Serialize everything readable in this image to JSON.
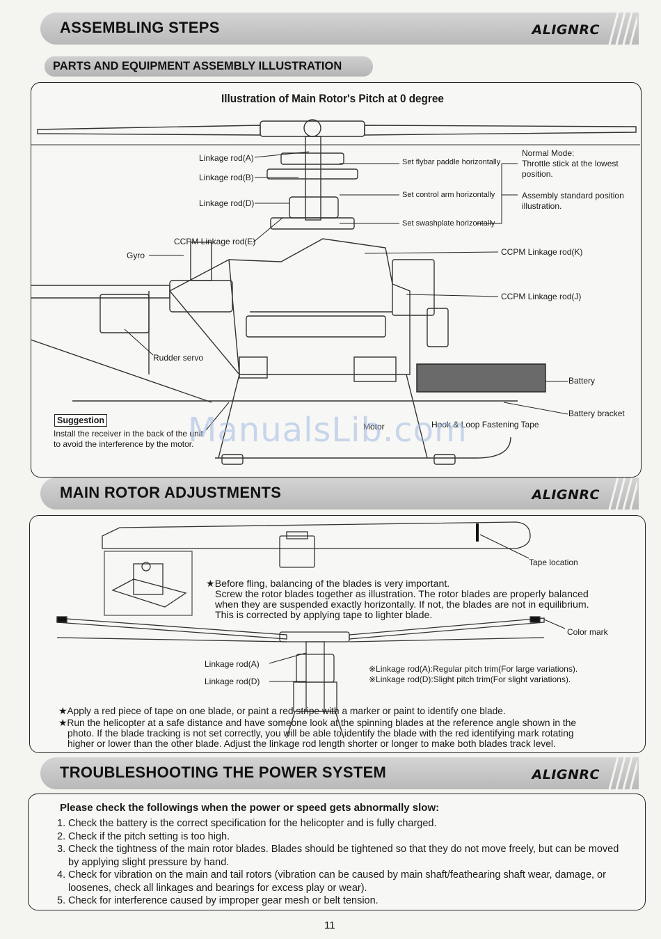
{
  "brand": "ALIGNRC",
  "sections": {
    "assembling": "ASSEMBLING STEPS",
    "parts_subheading": "PARTS AND EQUIPMENT ASSEMBLY ILLUSTRATION",
    "main_rotor": "MAIN ROTOR ADJUSTMENTS",
    "troubleshooting": "TROUBLESHOOTING THE POWER SYSTEM"
  },
  "illustration": {
    "title": "Illustration of Main Rotor's Pitch at 0 degree",
    "labels": {
      "linkage_a": "Linkage rod(A)",
      "linkage_b": "Linkage rod(B)",
      "linkage_d": "Linkage rod(D)",
      "ccpm_e": "CCPM Linkage rod(E)",
      "gyro": "Gyro",
      "rudder_servo": "Rudder servo",
      "flybar": "Set flybar paddle horizontally",
      "control_arm": "Set control arm horizontally",
      "swashplate": "Set swashplate horizontally",
      "normal_mode_1": "Normal Mode:",
      "normal_mode_2": "Throttle stick at the lowest",
      "normal_mode_3": "position.",
      "assembly_std_1": "Assembly standard position",
      "assembly_std_2": "illustration.",
      "ccpm_k": "CCPM Linkage rod(K)",
      "ccpm_j": "CCPM Linkage rod(J)",
      "battery": "Battery",
      "battery_bracket": "Battery bracket",
      "hook_loop": "Hook & Loop Fastening Tape",
      "motor": "Motor"
    },
    "suggestion_title": "Suggestion",
    "suggestion_line1": "Install the receiver in the back of the unit",
    "suggestion_line2": "to avoid the interference by the motor.",
    "watermark": "ManualsLib.com"
  },
  "rotor": {
    "tape_location": "Tape location",
    "color_mark": "Color mark",
    "linkage_a": "Linkage rod(A)",
    "linkage_d": "Linkage rod(D)",
    "note_a": "※Linkage rod(A):Regular pitch trim(For large variations).",
    "note_d": "※Linkage rod(D):Slight pitch trim(For slight variations).",
    "balance_1": "★Before fling, balancing of the blades is very important.",
    "balance_2": "Screw the rotor blades together as illustration. The rotor blades are properly balanced",
    "balance_3": "when they are suspended exactly horizontally. If not, the blades are not in equilibrium.",
    "balance_4": "This is corrected by applying tape to lighter blade.",
    "tape_note": "★Apply a red piece of tape on one blade, or paint a red stripe with a marker or paint to identify one blade.",
    "run_1": "★Run the helicopter at a safe distance and have someone look at the spinning blades at the reference angle shown in the",
    "run_2": "photo. If the blade tracking is not set correctly, you will be able to identify the blade with the red identifying mark rotating",
    "run_3": "higher or lower than the other blade. Adjust the linkage rod length shorter or longer to make both blades track level."
  },
  "troubleshooting": {
    "heading": "Please check the followings when the power or speed gets abnormally slow:",
    "items": [
      {
        "num": "1.",
        "text": "Check the battery is the correct specification for the helicopter and is fully charged."
      },
      {
        "num": "2.",
        "text": "Check if the pitch setting is too high."
      },
      {
        "num": "3.",
        "text": "Check the tightness of the main rotor blades. Blades should be tightened so that they do not move freely, but can be moved by applying slight pressure by hand."
      },
      {
        "num": "4.",
        "text": "Check for vibration on the main and tail rotors (vibration can be caused by main shaft/feathearing shaft wear, damage, or loosenes, check all linkages and bearings for excess play or wear)."
      },
      {
        "num": "5.",
        "text": "Check for interference caused by improper gear mesh or belt tension."
      }
    ]
  },
  "page_number": "11"
}
